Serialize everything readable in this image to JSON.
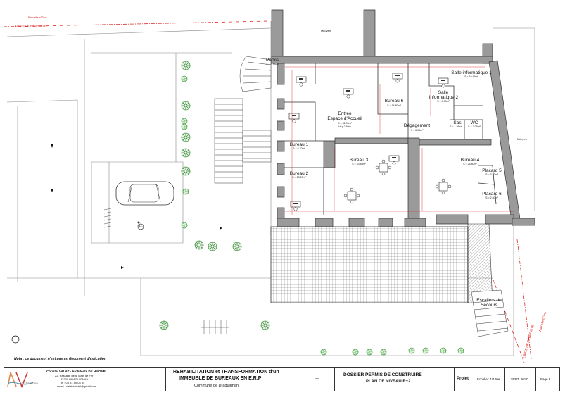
{
  "top_labels": {
    "parcelle": "Parcelle n°2xx",
    "limite": "LIMITE DE PROPRIETE",
    "mitoyen_top": "Mitoyen",
    "mitoyen_right": "Mitoyen"
  },
  "rooms": {
    "parvis": {
      "name": "Parvis",
      "area": "S = 2.16m²"
    },
    "entree": {
      "name": "Entrée\nEspace d'Accueil",
      "area": "S = 32.05m²"
    },
    "bureau6": {
      "name": "Bureau 6",
      "area": "S = 14.80m²"
    },
    "salle1": {
      "name": "Salle informatique 1",
      "area": "S = 10.96m²"
    },
    "salle2": {
      "name": "Salle\ninformatique 2",
      "area": "S = 8.70m²"
    },
    "degagement": {
      "name": "Dégagement",
      "area": "S = 6.95m²"
    },
    "sas": {
      "name": "Sas",
      "area": "S = 1.56m²"
    },
    "wc": {
      "name": "WC",
      "area": "S = 2.05m²"
    },
    "bureau1": {
      "name": "Bureau 1",
      "area": "S = 6.70m²"
    },
    "bureau2": {
      "name": "Bureau 2",
      "area": "S = 13.20m²"
    },
    "bureau3": {
      "name": "Bureau 3",
      "area": "S = 33.85m²"
    },
    "bureau4": {
      "name": "Bureau 4",
      "area": "S = 25.80m²"
    },
    "placard5": {
      "name": "Placard 5",
      "area": "S = 3.50m²"
    },
    "placard6": {
      "name": "Placard 6",
      "area": "S = 2.80m²"
    },
    "escaliers": {
      "name": "Escaliers de\nSecours"
    }
  },
  "small_labels": {
    "hsp": "Hsp 2.60m",
    "limite_vert": "LIMITE DE PROPRIETE",
    "parcelle_vert": "Parcelle n°2xx"
  },
  "note": "Nota : ce document n'est pas un document d'éxécution",
  "title_block": {
    "logo_text": "Architecture",
    "architect_name": "Christel VALAT - Architecte DE.HMONP",
    "address1": "22, Passage de la Main de Fer",
    "address2": "83300 DRAGUIGNAN",
    "tel": "tel : 06 31 50 04 34",
    "email": "email : valatchristel@gmail.com",
    "project_line1": "REHABILITATION et TRANSFORMATION d'un",
    "project_line2": "IMMEUBLE DE BUREAUX EN E.R.P",
    "commune": "Commune de Draguignan",
    "separator": "---",
    "dossier_line1": "DOSSIER PERMIS DE CONSTRUIRE",
    "dossier_line2": "PLAN DE NIVEAU R+2",
    "phase": "Projet",
    "echelle": "Echelle : 1/100e",
    "date": "SEPT. 2017",
    "page": "Page 8"
  },
  "colors": {
    "wall": "#9a9a9a",
    "wall_stroke": "#333333",
    "dim_red": "#dd1111",
    "tree_green": "#3c9a3c"
  }
}
